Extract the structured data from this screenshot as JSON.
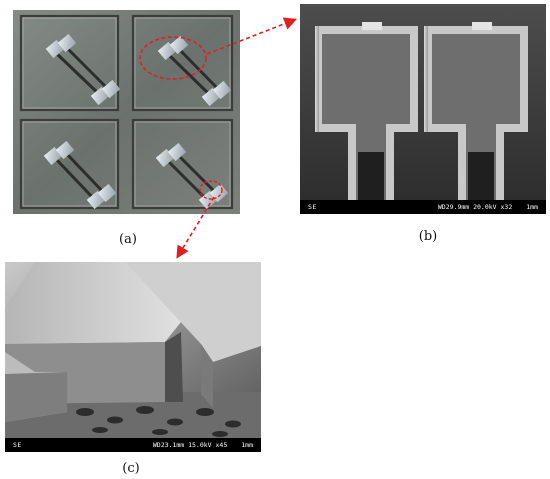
{
  "captions": {
    "a": "(a)",
    "b": "(b)",
    "c": "(c)"
  },
  "panel_b": {
    "detector": "SE",
    "settings": "WD29.9mm 20.0kV x32",
    "scale": "1mm"
  },
  "panel_c": {
    "detector": "SE",
    "settings": "WD23.1mm 15.0kV x45",
    "scale": "1mm"
  },
  "colors": {
    "arrow": "#e02020",
    "highlight": "#e02020"
  }
}
